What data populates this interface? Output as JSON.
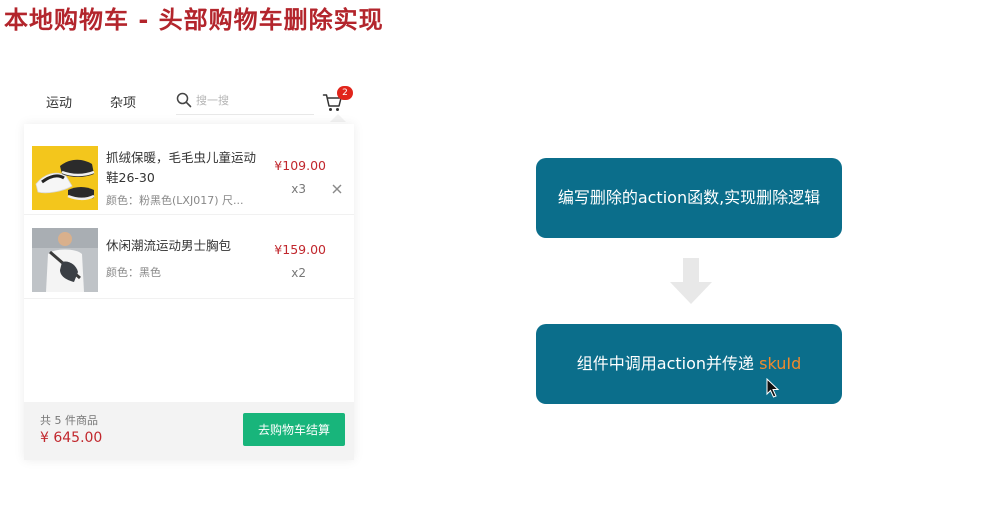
{
  "slide": {
    "title": "本地购物车 - 头部购物车删除实现"
  },
  "nav": {
    "items": [
      {
        "label": "运动"
      },
      {
        "label": "杂项"
      }
    ],
    "search": {
      "placeholder": "搜一搜"
    },
    "cart": {
      "badge_count": "2"
    }
  },
  "cart": {
    "items": [
      {
        "name": "抓绒保暖，毛毛虫儿童运动鞋26-30",
        "spec": "颜色：粉黑色(LXJ017) 尺...",
        "price": "¥109.00",
        "qty": "x3",
        "thumb": "kids-sneakers-yellow"
      },
      {
        "name": "休闲潮流运动男士胸包",
        "spec": "颜色：黑色",
        "price": "¥159.00",
        "qty": "x2",
        "thumb": "man-chest-bag"
      }
    ],
    "footer": {
      "count_label": "共 5 件商品",
      "total": "¥ 645.00",
      "checkout_label": "去购物车结算"
    }
  },
  "flow": {
    "step1": "编写删除的action函数,实现删除逻辑",
    "step2_prefix": "组件中调用action并传递 ",
    "step2_highlight": "skuId"
  },
  "colors": {
    "title_red": "#b3252c",
    "price_red": "#c1272d",
    "badge_red": "#e1251b",
    "checkout_green": "#18b57b",
    "flow_teal": "#0b6e8b",
    "highlight_orange": "#ef8a2c"
  }
}
